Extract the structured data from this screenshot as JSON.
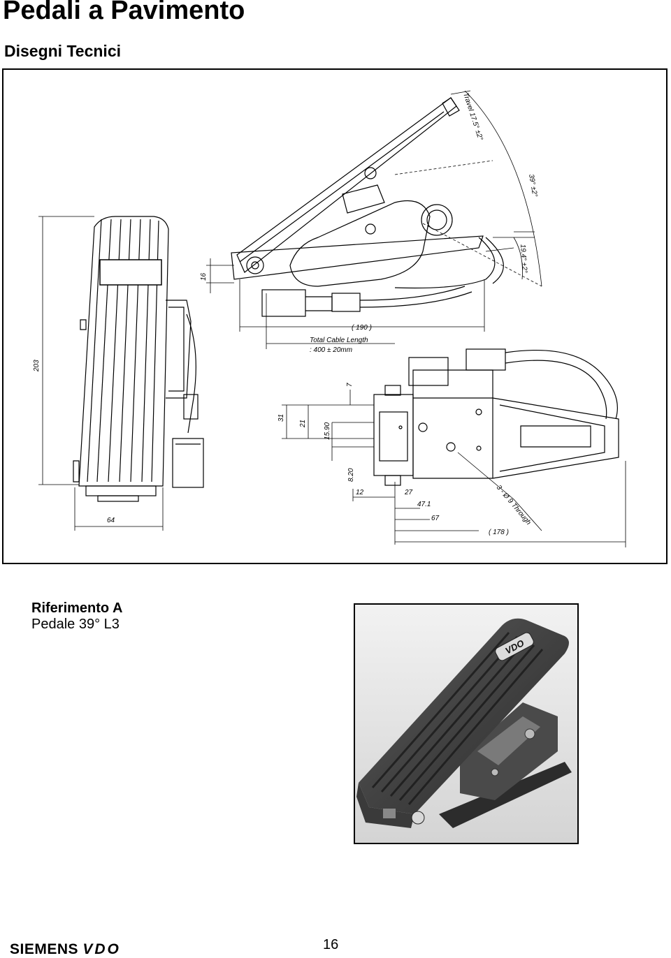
{
  "header": {
    "title": "Pedali a Pavimento",
    "subtitle": "Disegni Tecnici"
  },
  "drawing": {
    "dimensions": {
      "travel": "Travel 17.5° ±2°",
      "angle_39": "39° ±2°",
      "angle_19": "19.4° ±2°",
      "d16": "16",
      "d190": "( 190 )",
      "cable_line1": "Total Cable Length",
      "cable_line2": ": 400 ± 20mm",
      "d203": "203",
      "d7": "7",
      "d31": "31",
      "d21": "21",
      "d1590": "15.90",
      "d820": "8.20",
      "d12": "12",
      "d27": "27",
      "d471": "47.1",
      "d67": "67",
      "d178": "( 178 )",
      "d64": "64",
      "holes": "3 - Ø 9 Through"
    }
  },
  "reference": {
    "line1": "Riferimento A",
    "line2": "Pedale 39° L3"
  },
  "photo": {
    "brand_on_pedal": "VDO"
  },
  "footer": {
    "logo_siemens": "SIEMENS",
    "logo_vdo": "VDO",
    "page_number": "16"
  }
}
